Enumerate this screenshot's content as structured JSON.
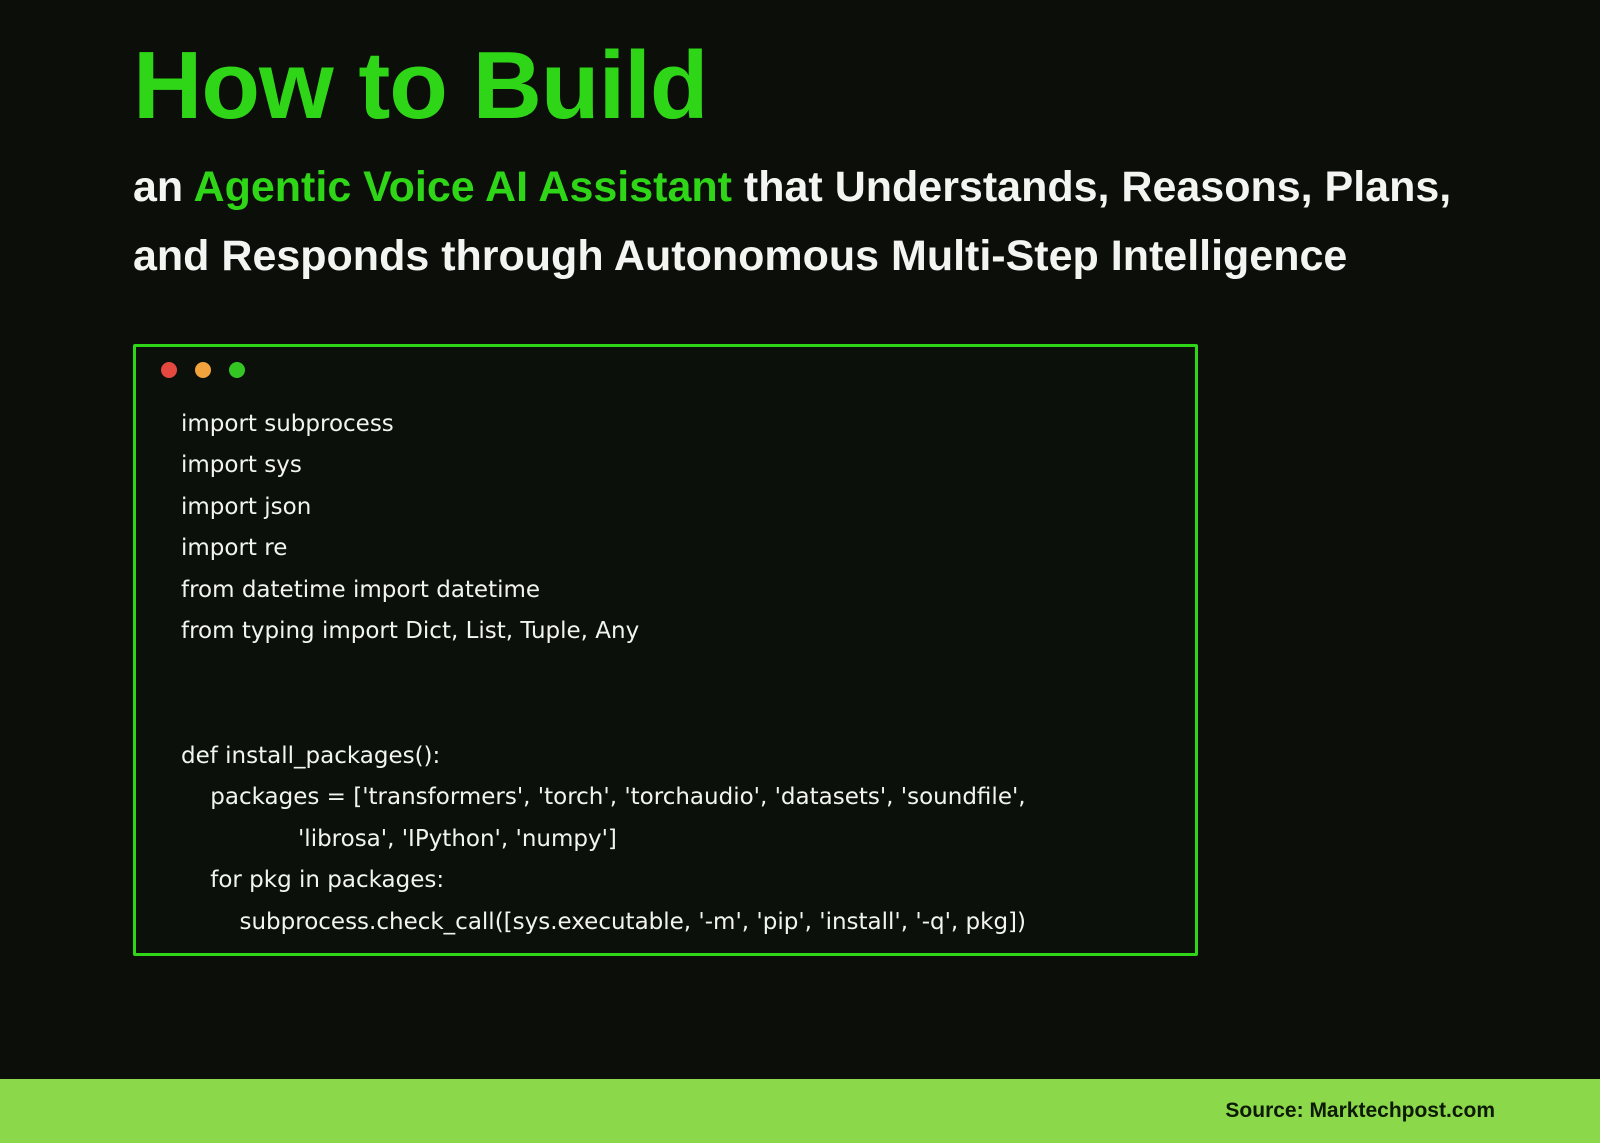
{
  "header": {
    "title": "How to Build",
    "subtitle_prefix": "an ",
    "subtitle_highlight": "Agentic Voice AI Assistant",
    "subtitle_suffix": " that Understands, Reasons, Plans, and Responds through Autonomous Multi-Step Intelligence"
  },
  "code_window": {
    "lines": [
      "import subprocess",
      "import sys",
      "import json",
      "import re",
      "from datetime import datetime",
      "from typing import Dict, List, Tuple, Any",
      "",
      "",
      "def install_packages():",
      "    packages = ['transformers', 'torch', 'torchaudio', 'datasets', 'soundfile',",
      "                'librosa', 'IPython', 'numpy']",
      "    for pkg in packages:",
      "        subprocess.check_call([sys.executable, '-m', 'pip', 'install', '-q', pkg])"
    ]
  },
  "footer": {
    "source_label": "Source: Marktechpost.com"
  },
  "colors": {
    "background": "#0b0e09",
    "accent_green": "#2fd617",
    "footer_green": "#8bd84a",
    "window_bg": "#0c100b",
    "code_text": "#f2f4f0",
    "subtitle_text": "#f4f5f2",
    "footer_text": "#0d1a05",
    "dot_red": "#e5483f",
    "dot_yellow": "#f2a33c",
    "dot_green": "#34c724"
  }
}
